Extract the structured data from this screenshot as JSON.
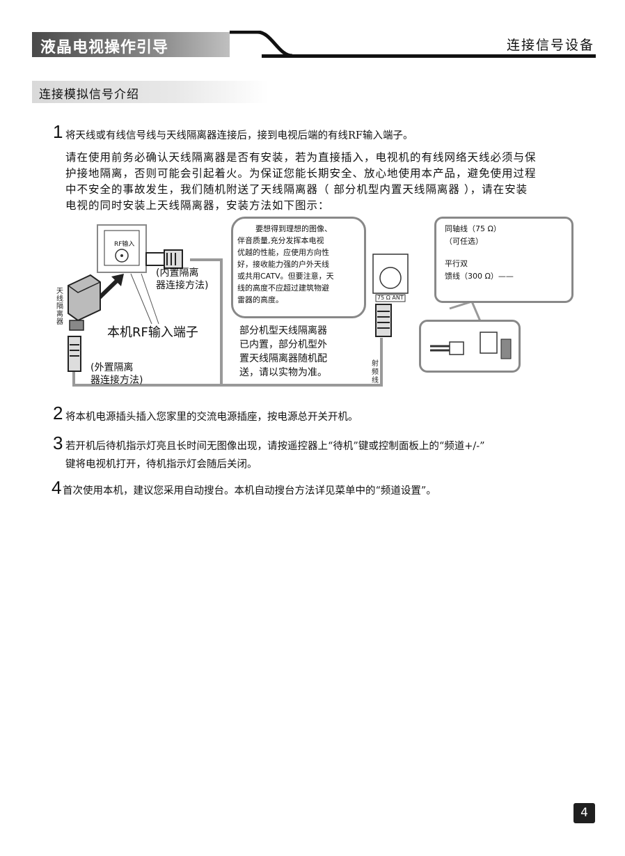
{
  "header": {
    "title": "液晶电视操作引导",
    "section_right": "连接信号设备"
  },
  "section": {
    "title": "连接模拟信号介绍"
  },
  "steps": [
    {
      "num": "1",
      "text": "将天线或有线信号线与天线隔离器连接后，接到电视后端的有线RF输入端子。"
    },
    {
      "num": "2",
      "text": "将本机电源插头插入您家里的交流电源插座，按电源总开关开机。"
    },
    {
      "num": "3",
      "text": "若开机后待机指示灯亮且长时间无图像出现，请按遥控器上“待机”键或控制面板上的“频道+/-”",
      "text2": "键将电视机打开，待机指示灯会随后关闭。"
    },
    {
      "num": "4",
      "text": "首次使用本机，建议您采用自动搜台。本机自动搜台方法详见菜单中的“频道设置”。"
    }
  ],
  "notice": {
    "line1": "请在使用前务必确认天线隔离器是否有安装，若为直接插入，电视机的有线网络天线必须与保",
    "line2": "护接地隔离，否则可能会引起着火。为保证您能长期安全、放心地使用本产品，避免使用过程",
    "line3": "中不安全的事故发生，我们随机附送了天线隔离器（ 部分机型内置天线隔离器 ），请在安装",
    "line4": "电视的同时安装上天线隔离器，安装方法如下图示："
  },
  "diagram": {
    "rf_label": "RF输入",
    "builtin_1": "(内置隔离",
    "builtin_2": "器连接方法)",
    "isolator_label": "天线隔离器",
    "rf_terminal": "本机RF输入端子",
    "external_1": "(外置隔离",
    "external_2": "器连接方法)",
    "bubble_lines": [
      "要想得到理想的图像、",
      "伴音质量,充分发挥本电视",
      "优越的性能，应使用方向性",
      "好，接收能力强的户外天线",
      "或共用CATV。但要注意，天",
      "线的高度不应超过建筑物避",
      "雷器的高度。"
    ],
    "center_lines": [
      "部分机型天线隔离器",
      "已内置，部分机型外",
      "置天线隔离器随机配",
      "送，请以实物为准。"
    ],
    "ant_label": "75 Ω ANT",
    "rf_cable": "射频线",
    "coax_1": "同轴线（75 Ω）",
    "coax_2": "（可任选）",
    "parallel_1": "平行双",
    "parallel_2": "馈线（300 Ω）——"
  },
  "page_number": "4"
}
